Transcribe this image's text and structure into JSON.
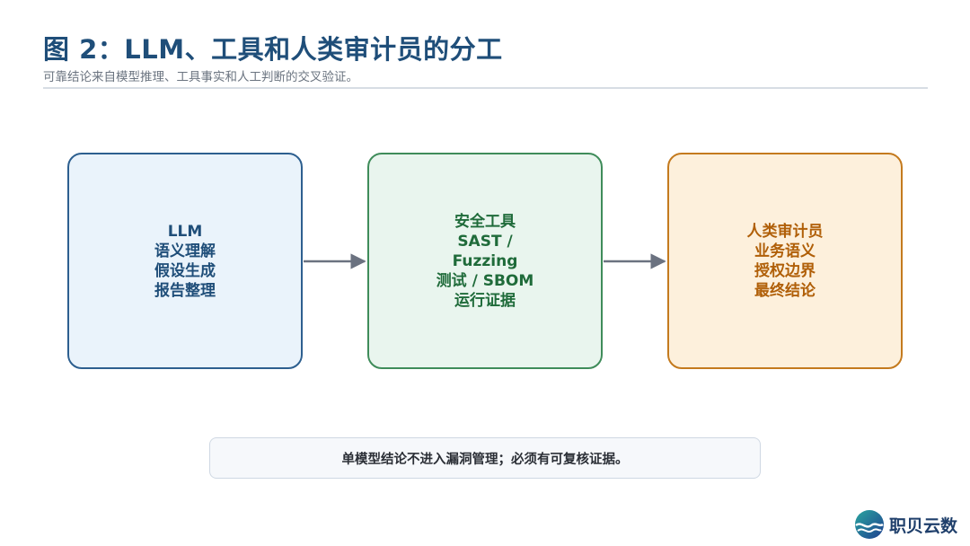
{
  "header": {
    "title": "图 2：LLM、工具和人类审计员的分工",
    "subtitle": "可靠结论来自模型推理、工具事实和人工判断的交叉验证。"
  },
  "boxes": [
    {
      "lines": [
        "LLM",
        "语义理解",
        "假设生成",
        "报告整理"
      ]
    },
    {
      "lines": [
        "安全工具",
        "SAST /",
        "Fuzzing",
        "测试 / SBOM",
        "运行证据"
      ]
    },
    {
      "lines": [
        "人类审计员",
        "业务语义",
        "授权边界",
        "最终结论"
      ]
    }
  ],
  "note": "单模型结论不进入漏洞管理；必须有可复核证据。",
  "logo": {
    "text": "职贝云数",
    "icon": "wave-globe-icon"
  },
  "colors": {
    "title": "#1f4e79",
    "llm_border": "#2d5f8f",
    "tools_border": "#3f8c5a",
    "human_border": "#c47a1e",
    "arrow": "#6b7280"
  }
}
